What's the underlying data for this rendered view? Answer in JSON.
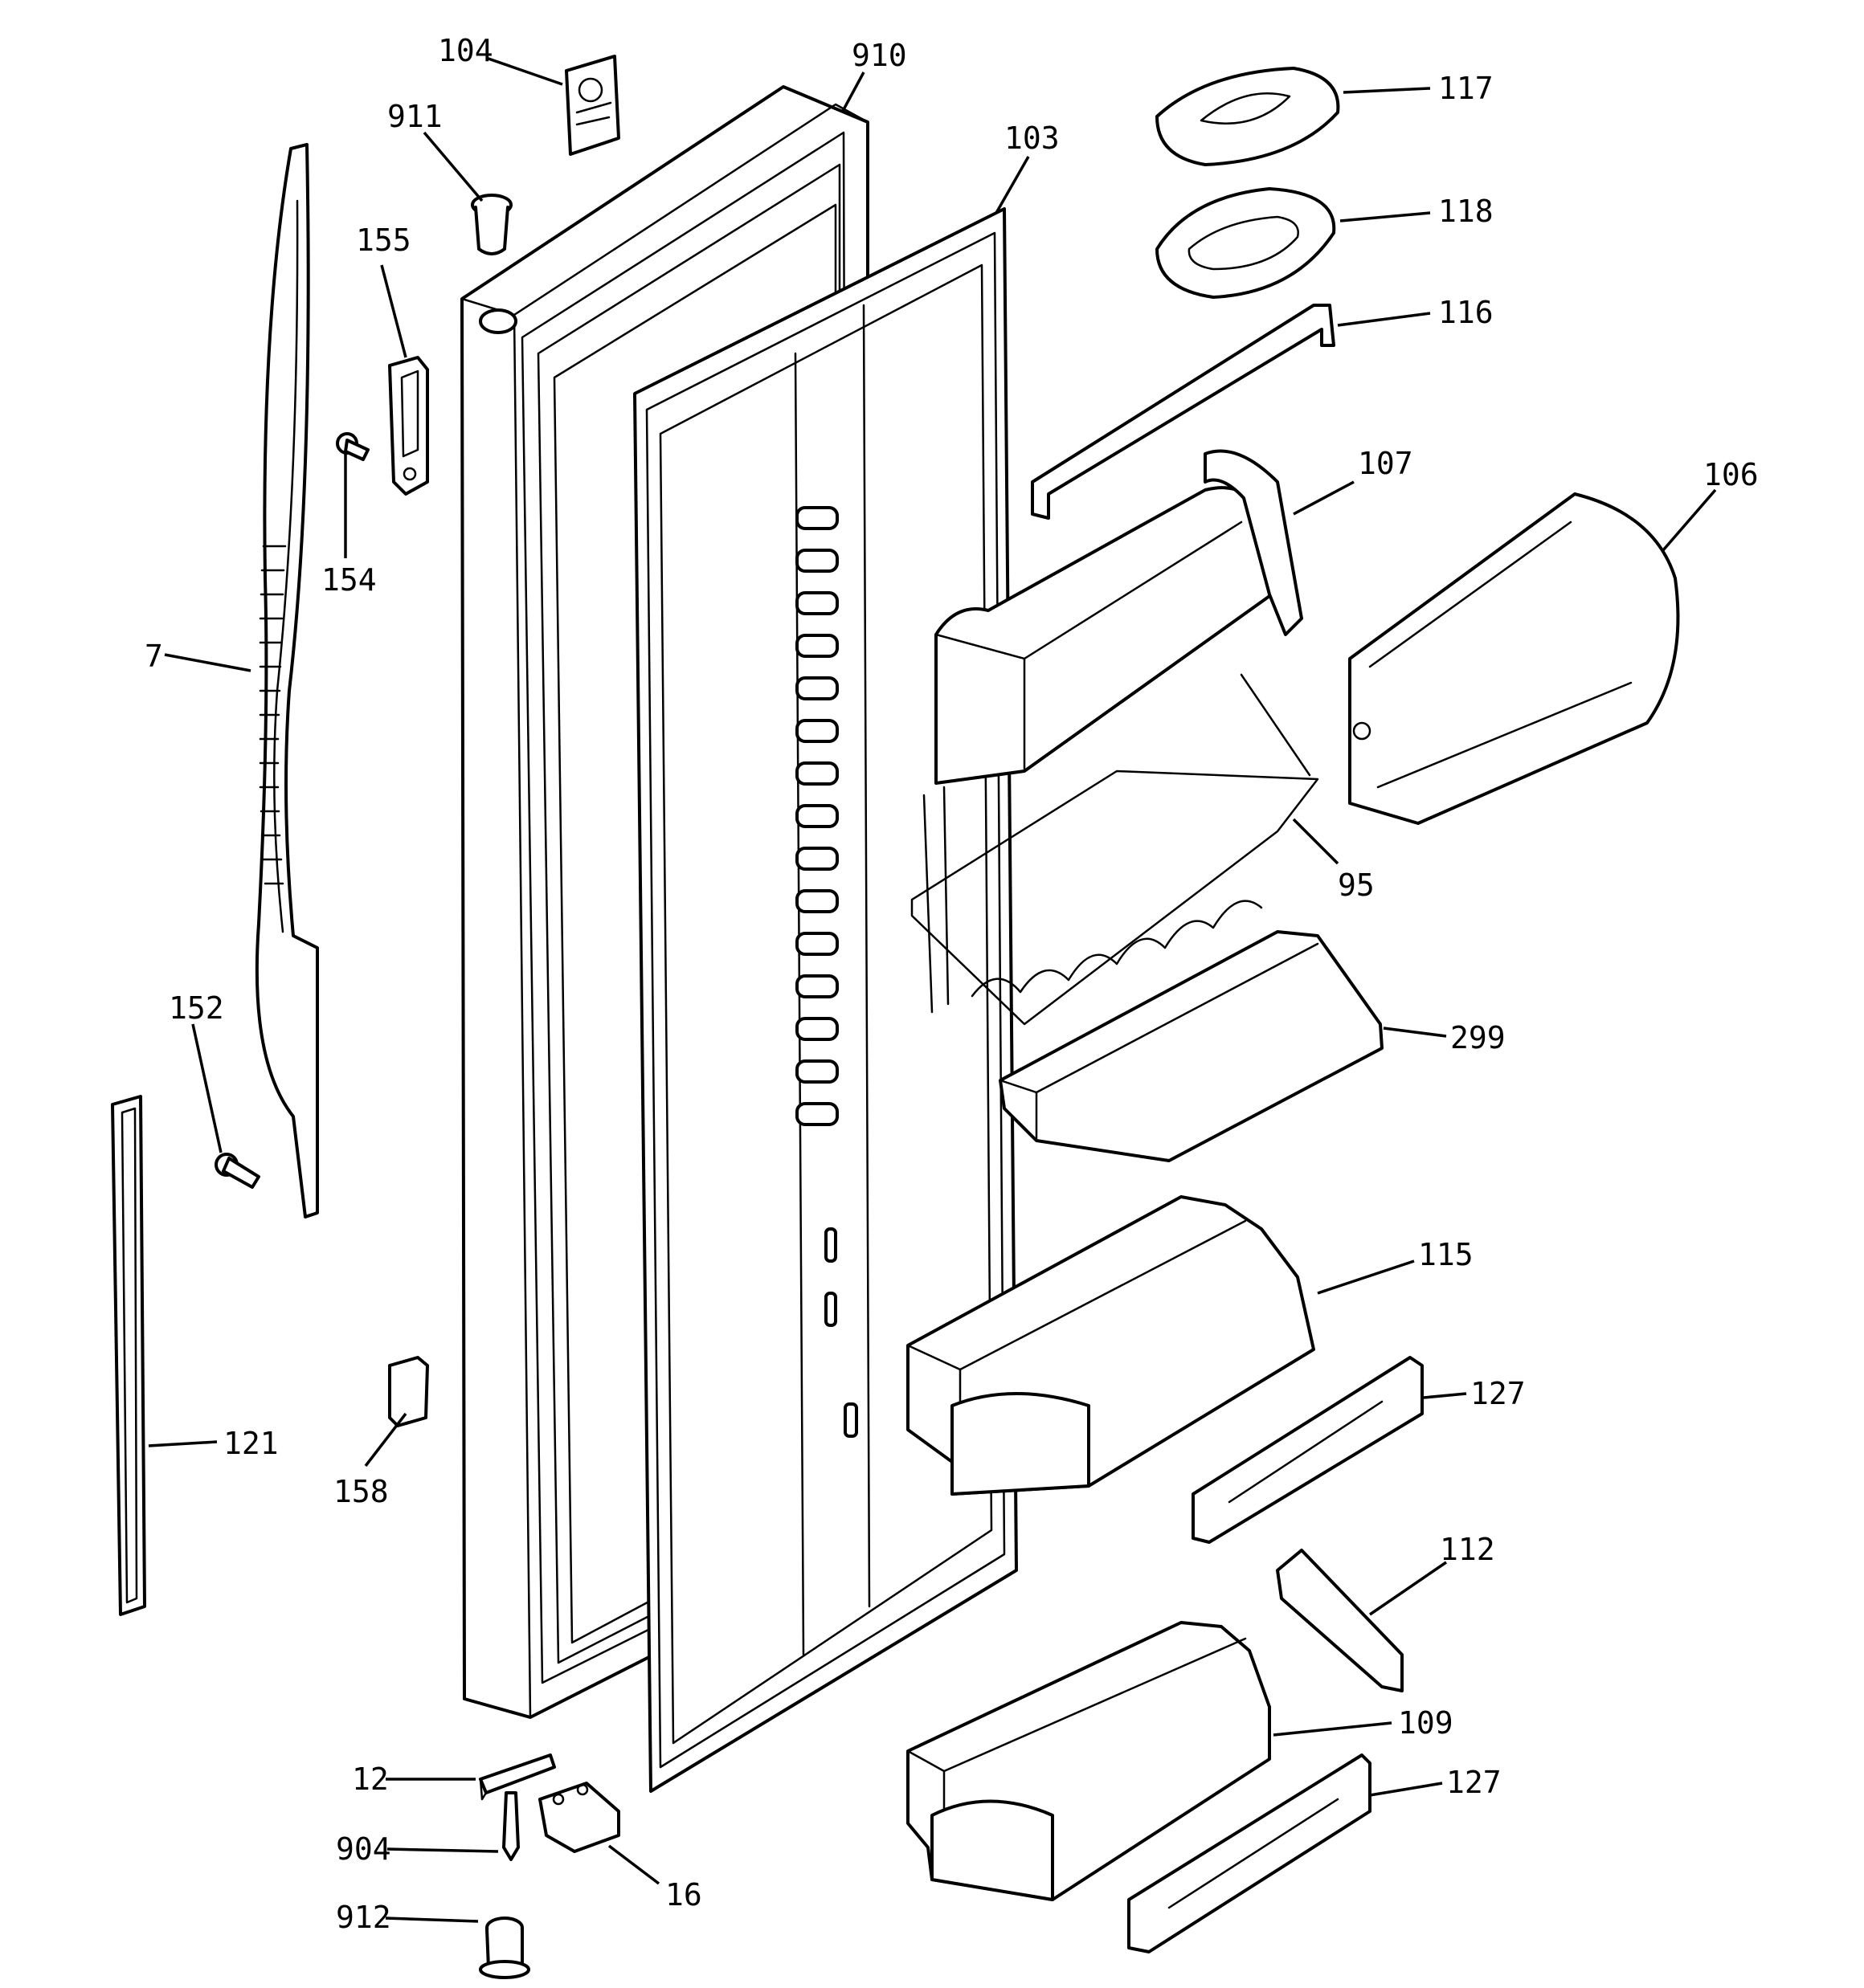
{
  "callouts": [
    {
      "id": "c104",
      "text": "104"
    },
    {
      "id": "c910",
      "text": "910"
    },
    {
      "id": "c911",
      "text": "911"
    },
    {
      "id": "c103",
      "text": "103"
    },
    {
      "id": "c117",
      "text": "117"
    },
    {
      "id": "c118",
      "text": "118"
    },
    {
      "id": "c116",
      "text": "116"
    },
    {
      "id": "c155",
      "text": "155"
    },
    {
      "id": "c154",
      "text": "154"
    },
    {
      "id": "c107",
      "text": "107"
    },
    {
      "id": "c106",
      "text": "106"
    },
    {
      "id": "c7",
      "text": "7"
    },
    {
      "id": "c95",
      "text": "95"
    },
    {
      "id": "c152",
      "text": "152"
    },
    {
      "id": "c299",
      "text": "299"
    },
    {
      "id": "c115",
      "text": "115"
    },
    {
      "id": "c127a",
      "text": "127"
    },
    {
      "id": "c121",
      "text": "121"
    },
    {
      "id": "c158",
      "text": "158"
    },
    {
      "id": "c112",
      "text": "112"
    },
    {
      "id": "c109",
      "text": "109"
    },
    {
      "id": "c127b",
      "text": "127"
    },
    {
      "id": "c12",
      "text": "12"
    },
    {
      "id": "c904",
      "text": "904"
    },
    {
      "id": "c16",
      "text": "16"
    },
    {
      "id": "c912",
      "text": "912"
    }
  ]
}
